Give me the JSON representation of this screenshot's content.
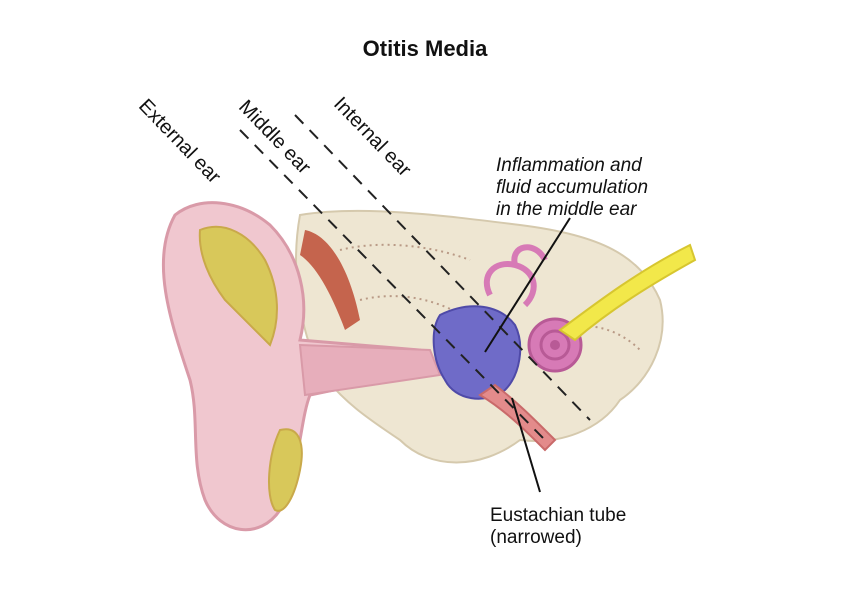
{
  "title": "Otitis Media",
  "region_labels": {
    "external": "External ear",
    "middle": "Middle ear",
    "internal": "Internal ear"
  },
  "callouts": {
    "inflammation": [
      "Inflammation and",
      "fluid accumulation",
      "in the middle ear"
    ],
    "eustachian": [
      "Eustachian tube",
      "(narrowed)"
    ]
  },
  "colors": {
    "skin": "#f0c7cf",
    "skin_dark": "#d99aa8",
    "cartilage": "#d8c85a",
    "bone": "#eee6d2",
    "muscle": "#c0553e",
    "fluid": "#6f6bc8",
    "cochlea": "#d77ab6",
    "nerve": "#f2e84a"
  }
}
